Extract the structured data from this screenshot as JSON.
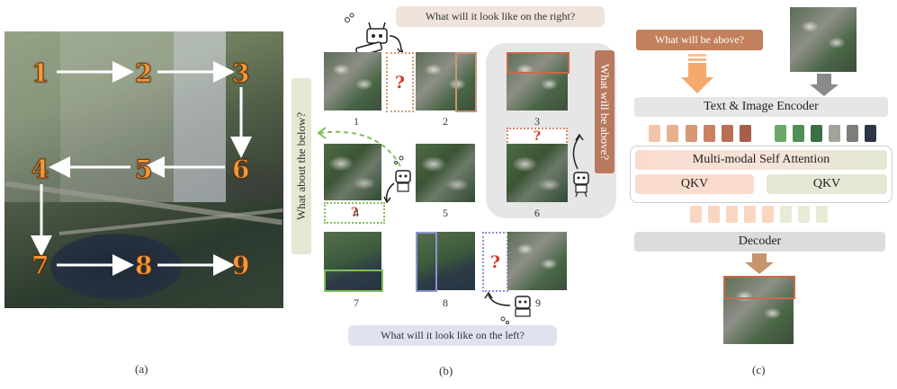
{
  "panel_a": {
    "label": "(a)",
    "grid_numbers": [
      "1",
      "2",
      "3",
      "4",
      "5",
      "6",
      "7",
      "8",
      "9"
    ]
  },
  "panel_b": {
    "label": "(b)",
    "prompt_right": "What will it look like on the right?",
    "prompt_left": "What will it look like on the left?",
    "prompt_below": "What about the below?",
    "prompt_above": "What will be above?",
    "tile_captions": [
      "1",
      "2",
      "3",
      "4",
      "5",
      "6",
      "7",
      "8",
      "9"
    ],
    "question_mark": "?"
  },
  "panel_c": {
    "label": "(c)",
    "prompt": "What will be above?",
    "encoder": "Text & Image Encoder",
    "attention": "Multi-modal Self Attention",
    "qkv_left": "QKV",
    "qkv_right": "QKV",
    "decoder": "Decoder"
  },
  "colors": {
    "orange": "#f39a3c",
    "text_tokens": [
      "#f2c5a8",
      "#e8b08e",
      "#d99874",
      "#c98160",
      "#b86e55",
      "#a85f4a"
    ],
    "image_tokens": [
      "#6aa86a",
      "#4d8f55",
      "#3c6f45",
      "#a3a39b",
      "#7d7e79",
      "#2d3644"
    ],
    "blue_box": "#8c94d0",
    "green_box": "#7fbf5a",
    "brown_box": "#c9967a"
  }
}
